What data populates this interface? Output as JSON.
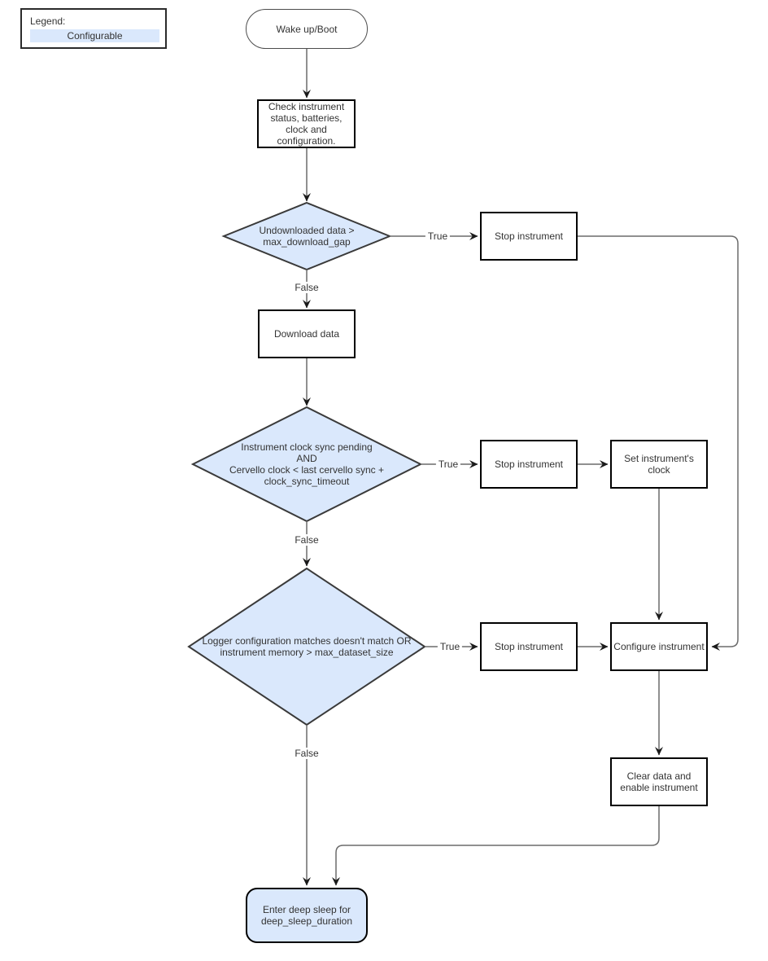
{
  "legend": {
    "title": "Legend:",
    "items": [
      {
        "label": "Configurable",
        "color": "#dae8fc"
      }
    ]
  },
  "labels": {
    "true": "True",
    "false": "False"
  },
  "colors": {
    "configurable_fill": "#dae8fc",
    "node_border": "#000000",
    "decision_border": "#3a3a3a",
    "connector_line": "#6b6b6b",
    "arrowhead": "#1a1a1a",
    "text": "#333333"
  },
  "nodes": {
    "wake": {
      "label": "Wake up/Boot"
    },
    "check": {
      "label": "Check instrument\nstatus, batteries,\nclock and\nconfiguration."
    },
    "undownloaded_decision": {
      "label": "Undownloaded data >\nmax_download_gap"
    },
    "stop_instrument_1": {
      "label": "Stop instrument"
    },
    "download_data": {
      "label": "Download data"
    },
    "clock_sync_decision": {
      "label": "Instrument clock sync pending\nAND\nCervello clock < last cervello sync +\nclock_sync_timeout"
    },
    "stop_instrument_2": {
      "label": "Stop instrument"
    },
    "set_instrument_clock": {
      "label": "Set instrument's\nclock"
    },
    "logger_config_decision": {
      "label": "Logger configuration matches doesn't match OR\ninstrument memory > max_dataset_size"
    },
    "stop_instrument_3": {
      "label": "Stop instrument"
    },
    "configure_instrument": {
      "label": "Configure instrument"
    },
    "clear_data_enable": {
      "label": "Clear data and\nenable instrument"
    },
    "enter_deep_sleep": {
      "label": "Enter deep sleep for\ndeep_sleep_duration"
    }
  }
}
